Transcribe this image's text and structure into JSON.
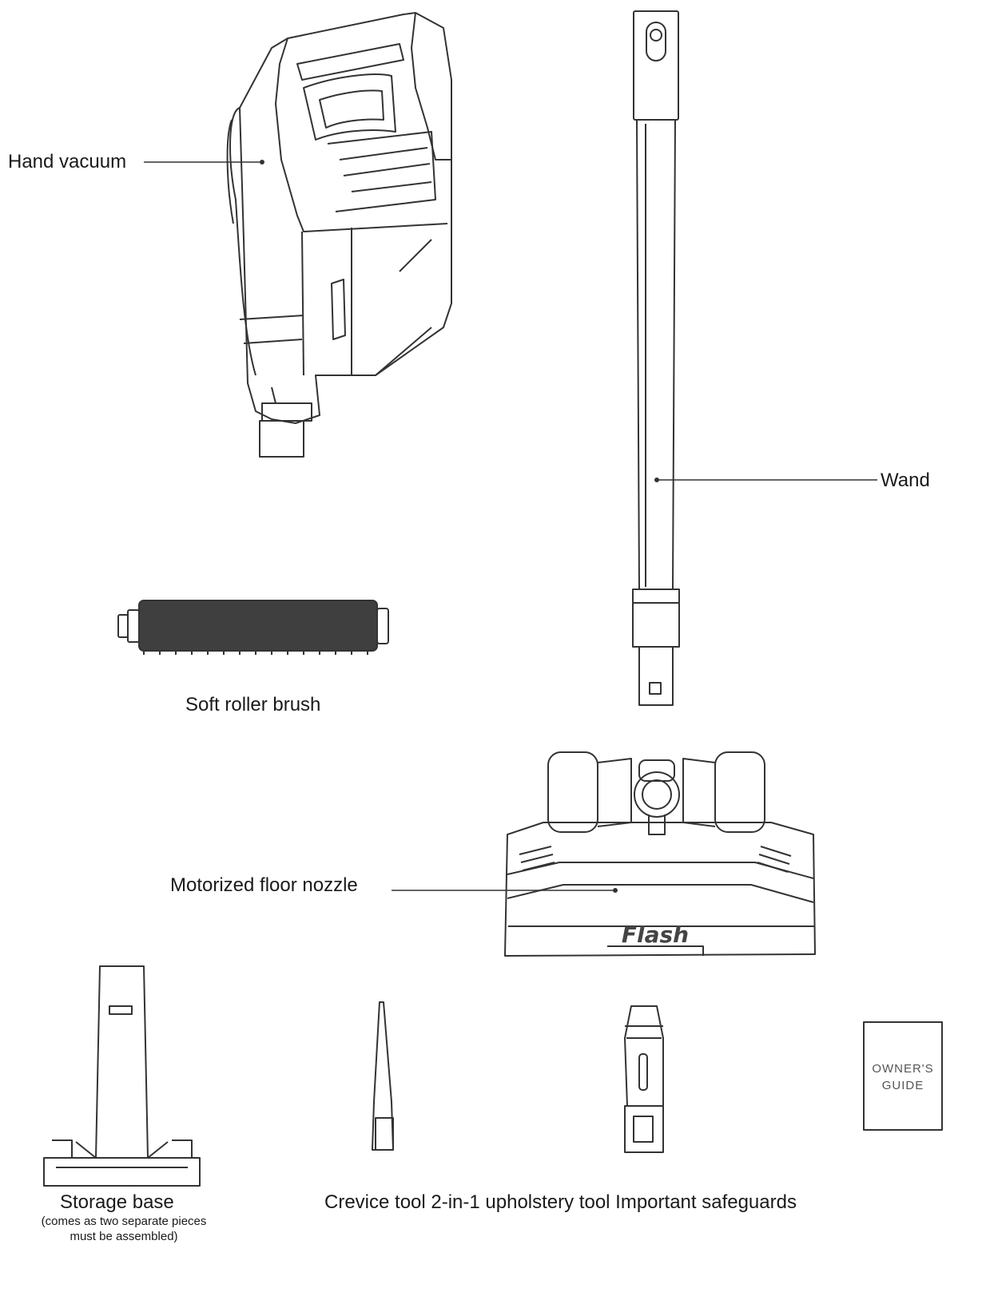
{
  "labels": {
    "hand_vacuum": "Hand vacuum",
    "wand": "Wand",
    "soft_roller_brush": "Soft roller brush",
    "motorized_floor_nozzle": "Motorized floor nozzle",
    "storage_base": "Storage base",
    "storage_base_note_line1": "(comes as two separate pieces",
    "storage_base_note_line2": "must be assembled)",
    "accessories_line": "Crevice tool  2-in-1 upholstery tool Important safeguards"
  },
  "nozzle_brand": "Flash",
  "owners_guide": {
    "line1": "OWNER'S",
    "line2": "GUIDE"
  }
}
